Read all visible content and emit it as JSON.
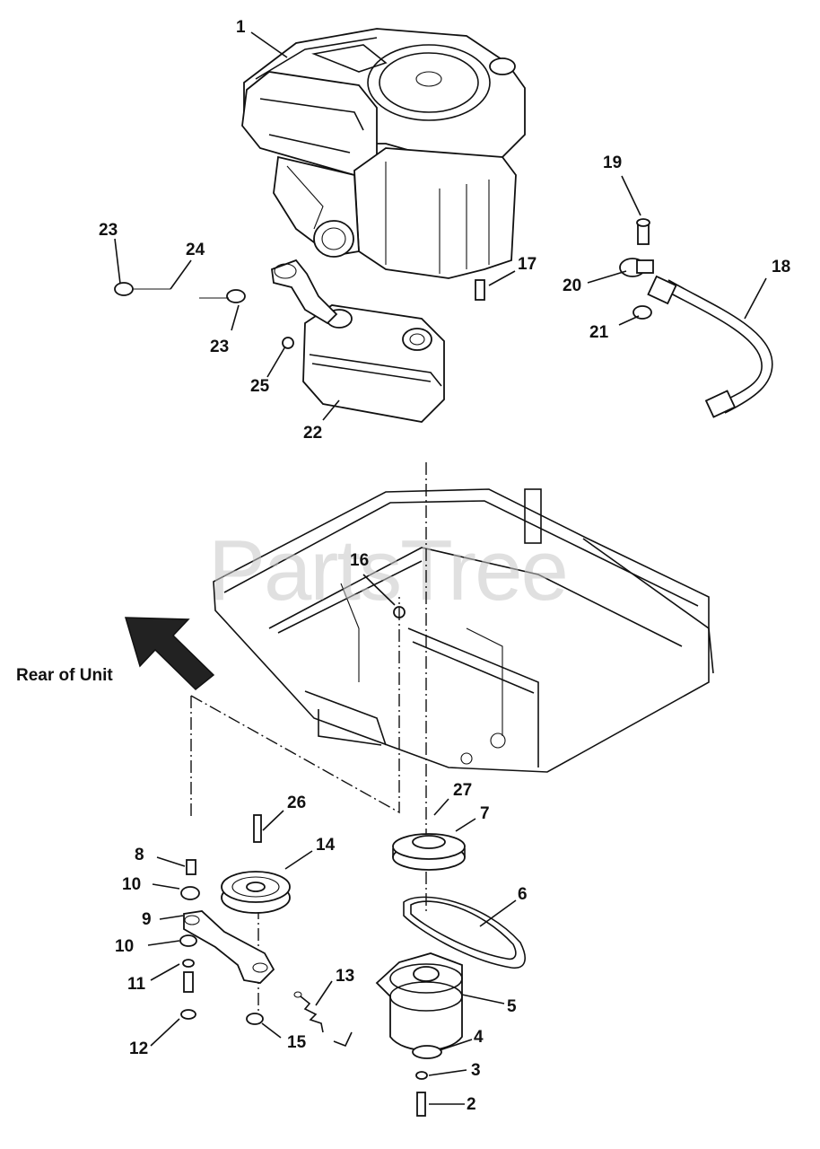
{
  "watermark": "PartsTree",
  "note": "Rear of Unit",
  "callouts": [
    {
      "id": "c1",
      "label": "1"
    },
    {
      "id": "c2",
      "label": "2"
    },
    {
      "id": "c3",
      "label": "3"
    },
    {
      "id": "c4",
      "label": "4"
    },
    {
      "id": "c5",
      "label": "5"
    },
    {
      "id": "c6",
      "label": "6"
    },
    {
      "id": "c7",
      "label": "7"
    },
    {
      "id": "c8",
      "label": "8"
    },
    {
      "id": "c9",
      "label": "9"
    },
    {
      "id": "c10a",
      "label": "10"
    },
    {
      "id": "c10b",
      "label": "10"
    },
    {
      "id": "c11",
      "label": "11"
    },
    {
      "id": "c12",
      "label": "12"
    },
    {
      "id": "c13",
      "label": "13"
    },
    {
      "id": "c14",
      "label": "14"
    },
    {
      "id": "c15",
      "label": "15"
    },
    {
      "id": "c16",
      "label": "16"
    },
    {
      "id": "c17",
      "label": "17"
    },
    {
      "id": "c18",
      "label": "18"
    },
    {
      "id": "c19",
      "label": "19"
    },
    {
      "id": "c20",
      "label": "20"
    },
    {
      "id": "c21",
      "label": "21"
    },
    {
      "id": "c22",
      "label": "22"
    },
    {
      "id": "c23a",
      "label": "23"
    },
    {
      "id": "c23b",
      "label": "23"
    },
    {
      "id": "c24",
      "label": "24"
    },
    {
      "id": "c25",
      "label": "25"
    },
    {
      "id": "c26",
      "label": "26"
    },
    {
      "id": "c27",
      "label": "27"
    }
  ]
}
